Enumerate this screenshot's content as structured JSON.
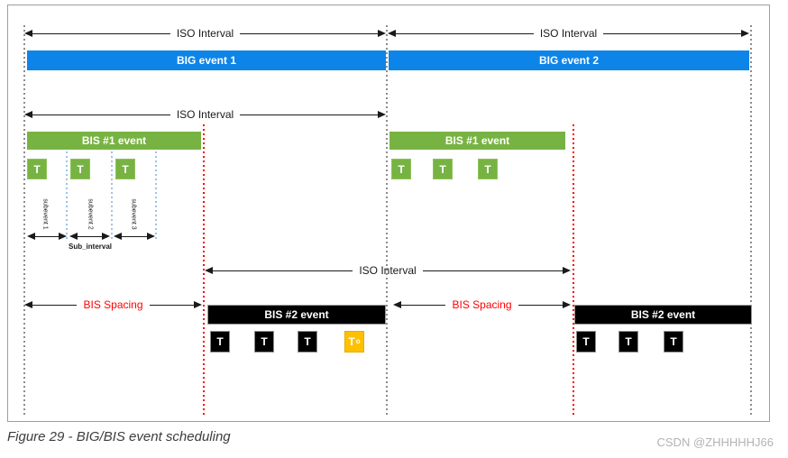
{
  "figure": {
    "caption": "Figure 29 - BIG/BIS event scheduling",
    "watermark": "CSDN @ZHHHHHJ66"
  },
  "diagram": {
    "labels": {
      "iso_interval": "ISO Interval",
      "bis_spacing": "BIS Spacing",
      "sub_interval": "Sub_interval"
    },
    "big_events": [
      {
        "label": "BIG event 1"
      },
      {
        "label": "BIG event 2"
      }
    ],
    "bis1_events": [
      {
        "label": "BIS #1 event"
      },
      {
        "label": "BIS #1 event"
      }
    ],
    "bis2_events": [
      {
        "label": "BIS #2 event"
      },
      {
        "label": "BIS #2 event"
      }
    ],
    "subevent_labels": [
      {
        "label": "subevent 1"
      },
      {
        "label": "subevent 2"
      },
      {
        "label": "subevent 3"
      }
    ],
    "t_label": "T",
    "control_t": {
      "main": "T",
      "sub": "o"
    },
    "colors": {
      "big_event": "#0d84e8",
      "bis1_event": "#77b342",
      "bis2_event": "#000000",
      "control_subevent": "#ffc000",
      "spacing_red": "#ff0000"
    }
  }
}
